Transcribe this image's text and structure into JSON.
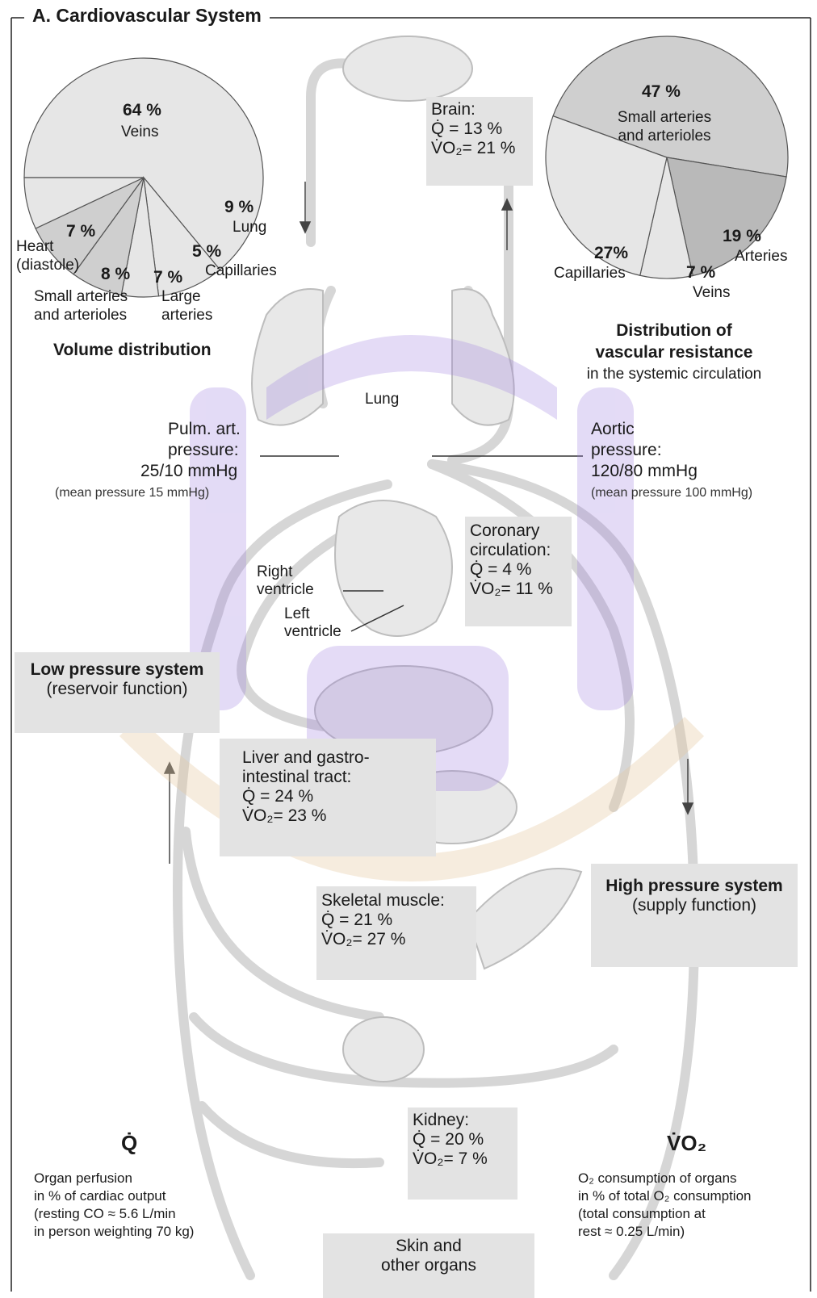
{
  "title": "A. Cardiovascular System",
  "volume_pie": {
    "caption": "Volume distribution",
    "slices": [
      {
        "label_lines": [
          "Veins"
        ],
        "percent": "64 %",
        "value": 64
      },
      {
        "label_lines": [
          "Lung"
        ],
        "percent": "9 %",
        "value": 9
      },
      {
        "label_lines": [
          "Capillaries"
        ],
        "percent": "5 %",
        "value": 5
      },
      {
        "label_lines": [
          "Large",
          "arteries"
        ],
        "percent": "7 %",
        "value": 7
      },
      {
        "label_lines": [
          "Small arteries",
          "and arterioles"
        ],
        "percent": "8 %",
        "value": 8
      },
      {
        "label_lines": [
          "Heart",
          "(diastole)"
        ],
        "percent": "7 %",
        "value": 7
      }
    ]
  },
  "resistance_pie": {
    "caption_lines": [
      "Distribution of",
      "vascular resistance",
      "in the systemic circulation"
    ],
    "slices": [
      {
        "label_lines": [
          "Small arteries",
          "and arterioles"
        ],
        "percent": "47 %",
        "value": 47
      },
      {
        "label_lines": [
          "Arteries"
        ],
        "percent": "19 %",
        "value": 19
      },
      {
        "label_lines": [
          "Veins"
        ],
        "percent": "7 %",
        "value": 7
      },
      {
        "label_lines": [
          "Capillaries"
        ],
        "percent": "27%",
        "value": 27
      }
    ]
  },
  "organs": {
    "brain": {
      "name": "Brain:",
      "q": "Q̇  = 13 %",
      "vo2": "V̇O₂= 21 %"
    },
    "coronary": {
      "name1": "Coronary",
      "name2": "circulation:",
      "q": "Q̇  =  4 %",
      "vo2": "V̇O₂= 11 %"
    },
    "liver": {
      "name1": "Liver and gastro-",
      "name2": "intestinal tract:",
      "q": "Q̇  = 24 %",
      "vo2": "V̇O₂= 23 %"
    },
    "muscle": {
      "name": "Skeletal muscle:",
      "q": "Q̇  = 21 %",
      "vo2": "V̇O₂= 27 %"
    },
    "kidney": {
      "name": "Kidney:",
      "q": "Q̇  = 20 %",
      "vo2": "V̇O₂=   7 %"
    },
    "skin": {
      "name1": "Skin and",
      "name2": "other organs"
    }
  },
  "pressures": {
    "pulm": {
      "l1": "Pulm. art.",
      "l2": "pressure:",
      "l3": "25/10 mmHg",
      "l4": "(mean pressure 15 mmHg)"
    },
    "aortic": {
      "l1": "Aortic",
      "l2": "pressure:",
      "l3": "120/80 mmHg",
      "l4": "(mean pressure 100 mmHg)"
    }
  },
  "systems": {
    "low": {
      "l1": "Low pressure system",
      "l2": "(reservoir function)"
    },
    "high": {
      "l1": "High pressure system",
      "l2": "(supply function)"
    }
  },
  "anatomy": {
    "lung": "Lung",
    "right_ventricle_1": "Right",
    "right_ventricle_2": "ventricle",
    "left_ventricle_1": "Left",
    "left_ventricle_2": "ventricle"
  },
  "legend_q": {
    "symbol": "Q̇",
    "lines": [
      "Organ perfusion",
      "in % of cardiac output",
      "(resting CO ≈ 5.6 L/min",
      " in person weighting 70 kg)"
    ]
  },
  "legend_vo2": {
    "symbol": "V̇O₂",
    "lines": [
      "O₂ consumption of organs",
      "in % of total O₂ consumption",
      "(total consumption at",
      " rest ≈ 0.25 L/min)"
    ]
  },
  "colors": {
    "pie_light": "#e6e6e6",
    "pie_mid": "#cfcfcf",
    "pie_dark": "#b9b9b9",
    "vessel": "#d9d9d9",
    "box": "#e3e3e3",
    "watermark": "#9d7fe0"
  }
}
